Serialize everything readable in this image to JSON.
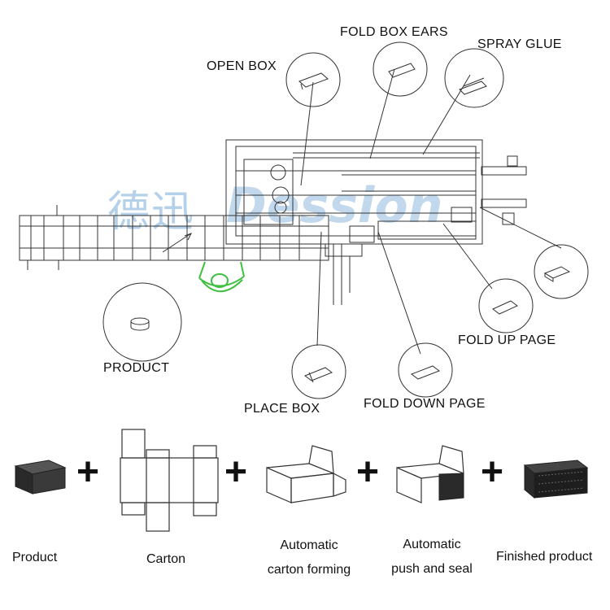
{
  "labels": {
    "open_box": "OPEN BOX",
    "fold_box_ears": "FOLD BOX EARS",
    "spray_glue": "SPRAY GLUE",
    "product": "PRODUCT",
    "place_box": "PLACE BOX",
    "fold_down_page": "FOLD DOWN PAGE",
    "fold_up_page": "FOLD UP PAGE"
  },
  "watermark": {
    "cn": "德迅",
    "brand": "Dession"
  },
  "process": {
    "step1": "Product",
    "step2": "Carton",
    "step3_line1": "Automatic",
    "step3_line2": "carton forming",
    "step4_line1": "Automatic",
    "step4_line2": "push and seal",
    "step5": "Finished product",
    "operator": "+"
  },
  "colors": {
    "line": "#333333",
    "accent_green": "#3fbf3f",
    "watermark": "#78aad7",
    "dark_box": "#2a2a2a"
  }
}
